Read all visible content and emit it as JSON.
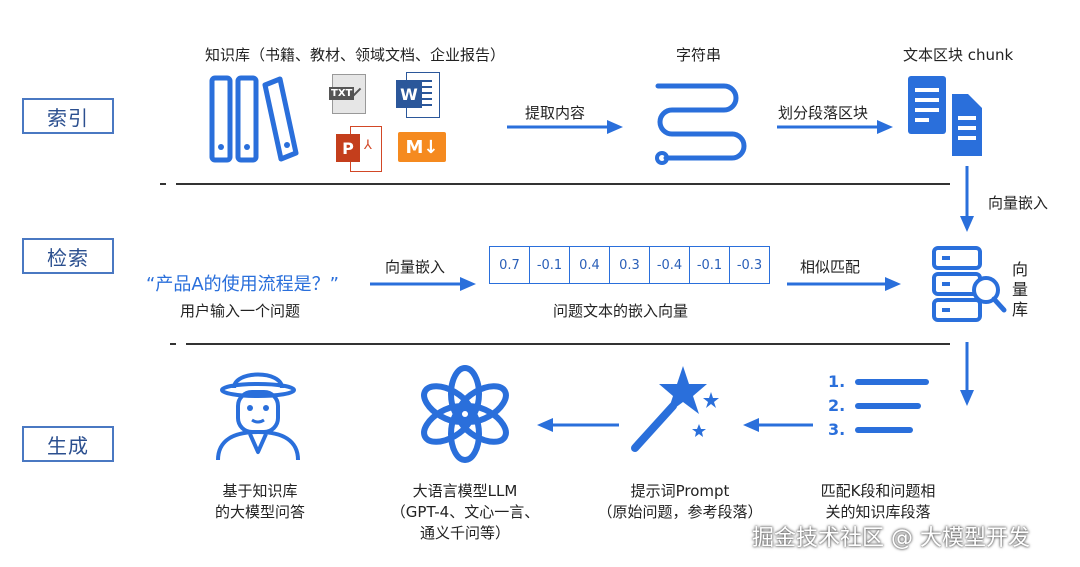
{
  "stages": {
    "index": "索引",
    "search": "检索",
    "generate": "生成"
  },
  "index_row": {
    "knowledge_base_label": "知识库（书籍、教材、领域文档、企业报告）",
    "extract_label": "提取内容",
    "string_label": "字符串",
    "split_label": "划分段落区块",
    "chunk_label": "文本区块 chunk",
    "file_badges": {
      "txt": "TXT",
      "word": "W",
      "ppt": "P",
      "md": "M↓"
    }
  },
  "transition_embed_label": "向量嵌入",
  "search_row": {
    "query_text": "“产品A的使用流程是？”",
    "query_caption": "用户输入一个问题",
    "embed_label": "向量嵌入",
    "vector_values": [
      "0.7",
      "-0.1",
      "0.4",
      "0.3",
      "-0.4",
      "-0.1",
      "-0.3"
    ],
    "vector_caption": "问题文本的嵌入向量",
    "match_label": "相似匹配",
    "db_label": [
      "向",
      "量",
      "库"
    ]
  },
  "generate_row": {
    "list_numbers": [
      "1.",
      "2.",
      "3."
    ],
    "match_caption": [
      "匹配K段和问题相",
      "关的知识库段落"
    ],
    "prompt_caption": [
      "提示词Prompt",
      "（原始问题，参考段落）"
    ],
    "llm_caption": [
      "大语言模型LLM",
      "（GPT-4、文心一言、",
      "通义千问等）"
    ],
    "kb_model_caption": [
      "基于知识库",
      "的大模型问答"
    ]
  },
  "watermark": "掘金技术社区 @ 大模型开发",
  "colors": {
    "accent": "#2a6fdb",
    "stage_border": "#4a78c2",
    "divider": "#333333"
  }
}
